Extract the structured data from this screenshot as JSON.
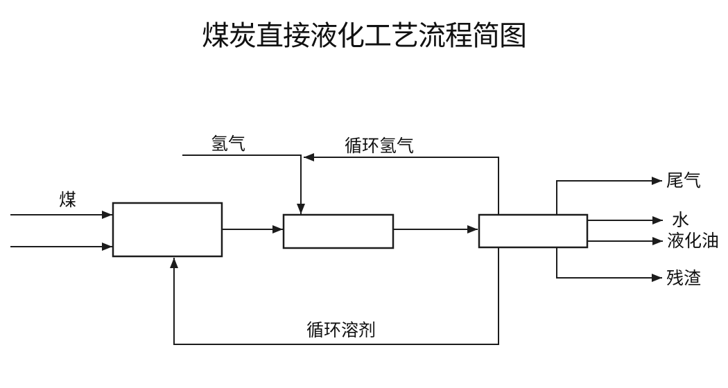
{
  "labels": {
    "title": "煤炭直接液化工艺流程简图",
    "coal": "煤",
    "hydrogen": "氢气",
    "recycle_hydrogen": "循环氢气",
    "tail_gas": "尾气",
    "water": "水",
    "liquefied_oil": "液化油",
    "residue": "残渣",
    "recycle_solvent": "循环溶剂"
  },
  "colors": {
    "background": "#ffffff",
    "line": "#1c1c1c",
    "box_fill": "#ffffff",
    "text": "#111111"
  }
}
